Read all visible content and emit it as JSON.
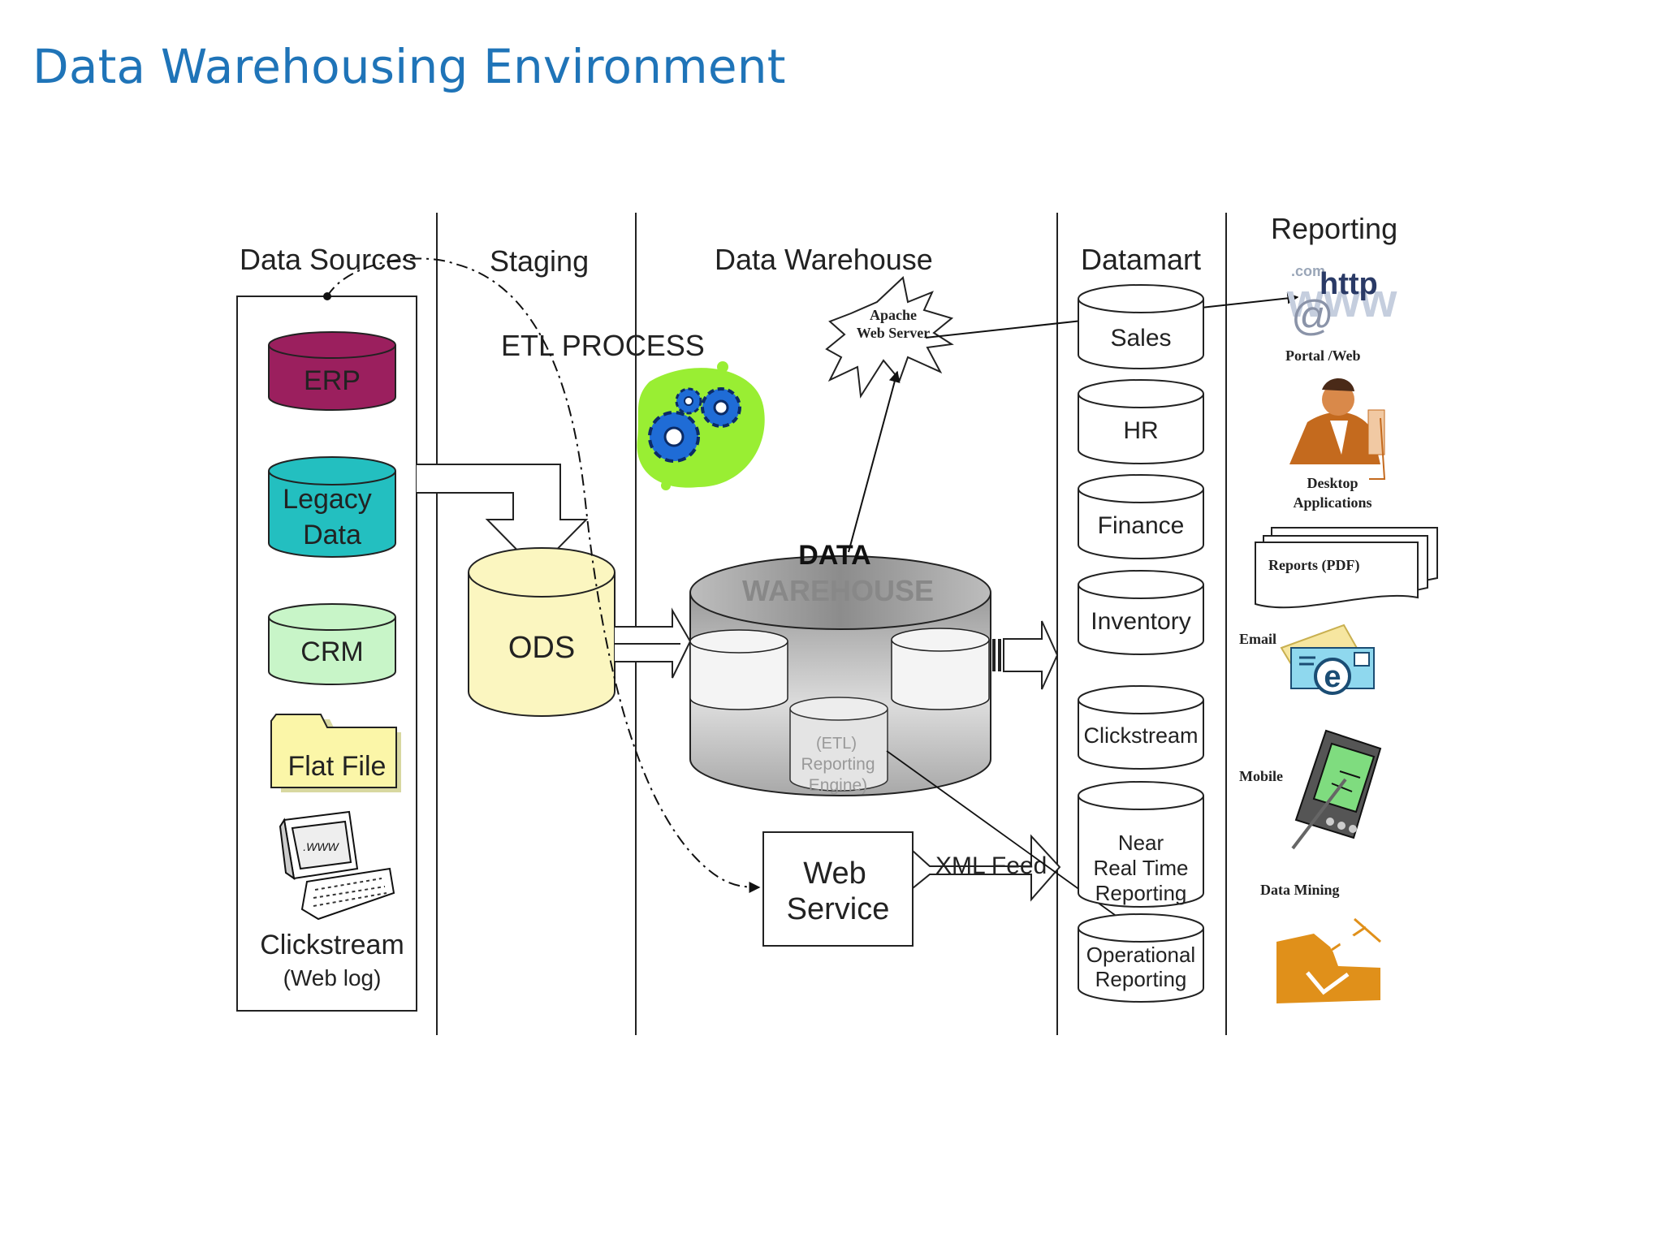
{
  "title": "Data Warehousing Environment",
  "columns": {
    "data_sources": "Data Sources",
    "staging": "Staging",
    "data_warehouse": "Data Warehouse",
    "datamart": "Datamart",
    "reporting": "Reporting"
  },
  "sources": {
    "erp": "ERP",
    "legacy_line1": "Legacy",
    "legacy_line2": "Data",
    "crm": "CRM",
    "flat_file": "Flat File",
    "clickstream": "Clickstream",
    "web_log": "(Web log)"
  },
  "staging": {
    "etl_process": "ETL PROCESS",
    "ods": "ODS"
  },
  "warehouse": {
    "dw_line1": "DATA",
    "dw_line2": "WAREHOUSE",
    "engine_line1": "(ETL)",
    "engine_line2": "Reporting",
    "engine_line3": "Engine)",
    "apache_line1": "Apache",
    "apache_line2": "Web Server",
    "web_service_line1": "Web",
    "web_service_line2": "Service",
    "xml_feed": "XML Feed"
  },
  "datamarts": {
    "sales": "Sales",
    "hr": "HR",
    "finance": "Finance",
    "inventory": "Inventory",
    "clickstream": "Clickstream",
    "nrt_line1": "Near",
    "nrt_line2": "Real Time",
    "nrt_line3": "Reporting",
    "op_line1": "Operational",
    "op_line2": "Reporting"
  },
  "reporting": {
    "http_small": ".com",
    "http": "http",
    "portal": "Portal /Web",
    "desktop_line1": "Desktop",
    "desktop_line2": "Applications",
    "reports": "Reports (PDF)",
    "email": "Email",
    "mobile": "Mobile",
    "data_mining": "Data Mining"
  },
  "colors": {
    "title": "#1f74b8",
    "erp": "#9b1f5e",
    "legacy": "#23bfc0",
    "crm": "#c8f5c8",
    "flat_file": "#fbf6a8",
    "ods": "#fbf6c0",
    "gears_blob": "#99ee33",
    "gear": "#1f6cd6"
  }
}
